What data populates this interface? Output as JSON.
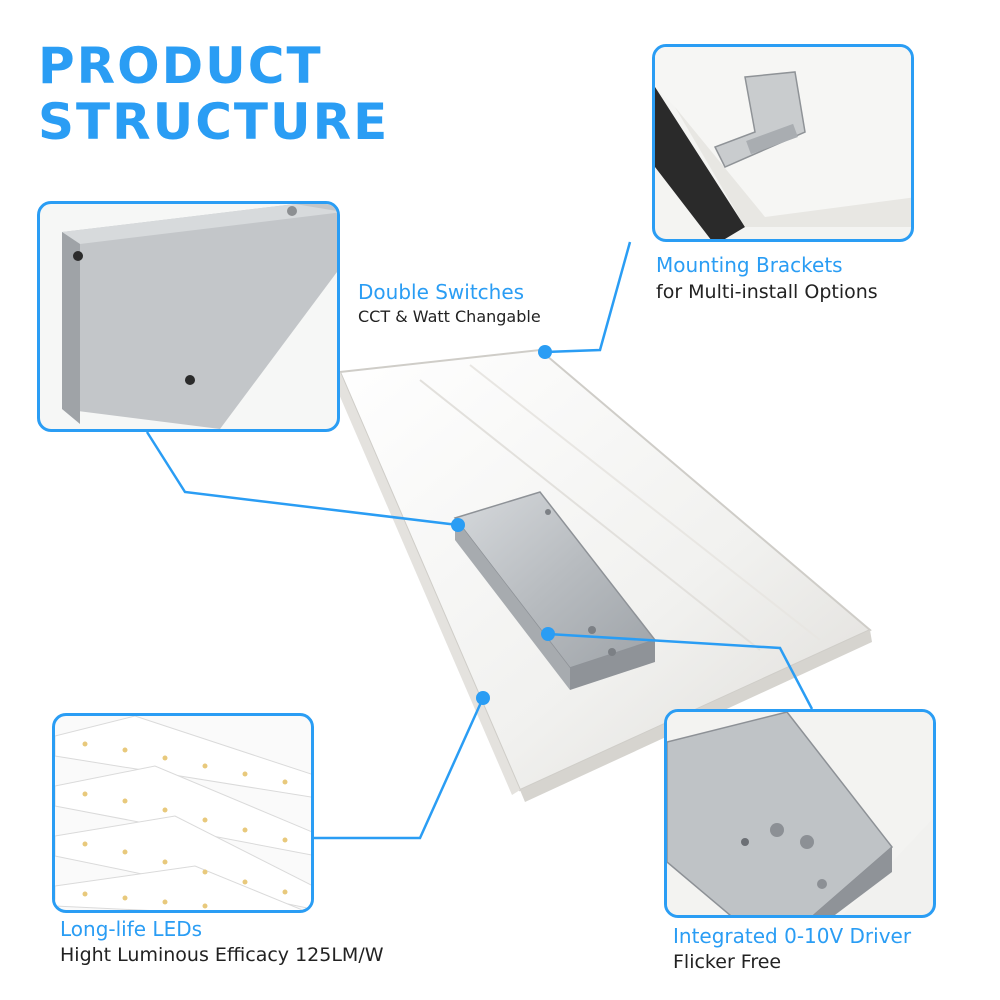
{
  "title": {
    "line1": "PRODUCT",
    "line2": "STRUCTURE"
  },
  "features": {
    "switches": {
      "title": "Double Switches",
      "subtitle": "CCT & Watt Changable"
    },
    "brackets": {
      "title": "Mounting Brackets",
      "subtitle": "for Multi-install Options"
    },
    "leds": {
      "title": "Long-life LEDs",
      "subtitle": "Hight Luminous Efficacy 125LM/W"
    },
    "driver": {
      "title": "Integrated 0-10V Driver",
      "subtitle": "Flicker Free"
    }
  },
  "colors": {
    "accent": "#2a9df4",
    "text": "#222222",
    "metal": "#b9bdc2",
    "panel": "#f3f3f1"
  }
}
